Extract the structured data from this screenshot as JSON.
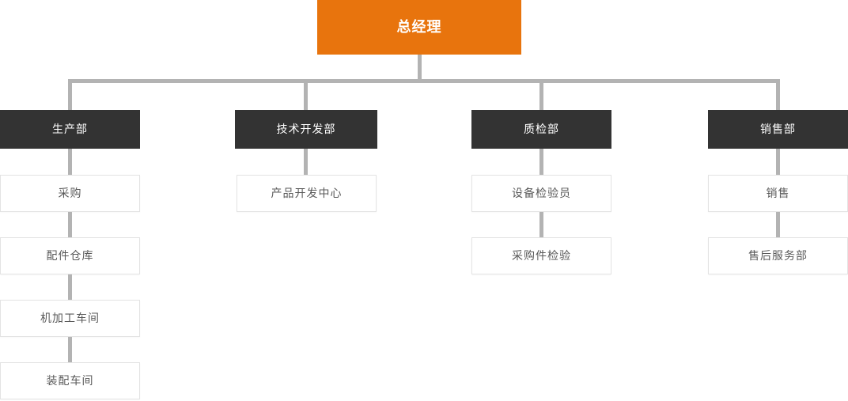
{
  "org": {
    "root": "总经理",
    "columns": [
      {
        "dept": "生产部",
        "children": [
          "采购",
          "配件仓库",
          "机加工车间",
          "装配车间"
        ]
      },
      {
        "dept": "技术开发部",
        "children": [
          "产品开发中心"
        ]
      },
      {
        "dept": "质检部",
        "children": [
          "设备检验员",
          "采购件检验"
        ]
      },
      {
        "dept": "销售部",
        "children": [
          "销售",
          "售后服务部"
        ]
      }
    ]
  },
  "colors": {
    "root_bg": "#e8740d",
    "dept_bg": "#333333",
    "connector": "#b3b3b3",
    "child_border": "#e3e3e3",
    "child_text": "#595959",
    "node_text_on_dark": "#ffffff"
  }
}
